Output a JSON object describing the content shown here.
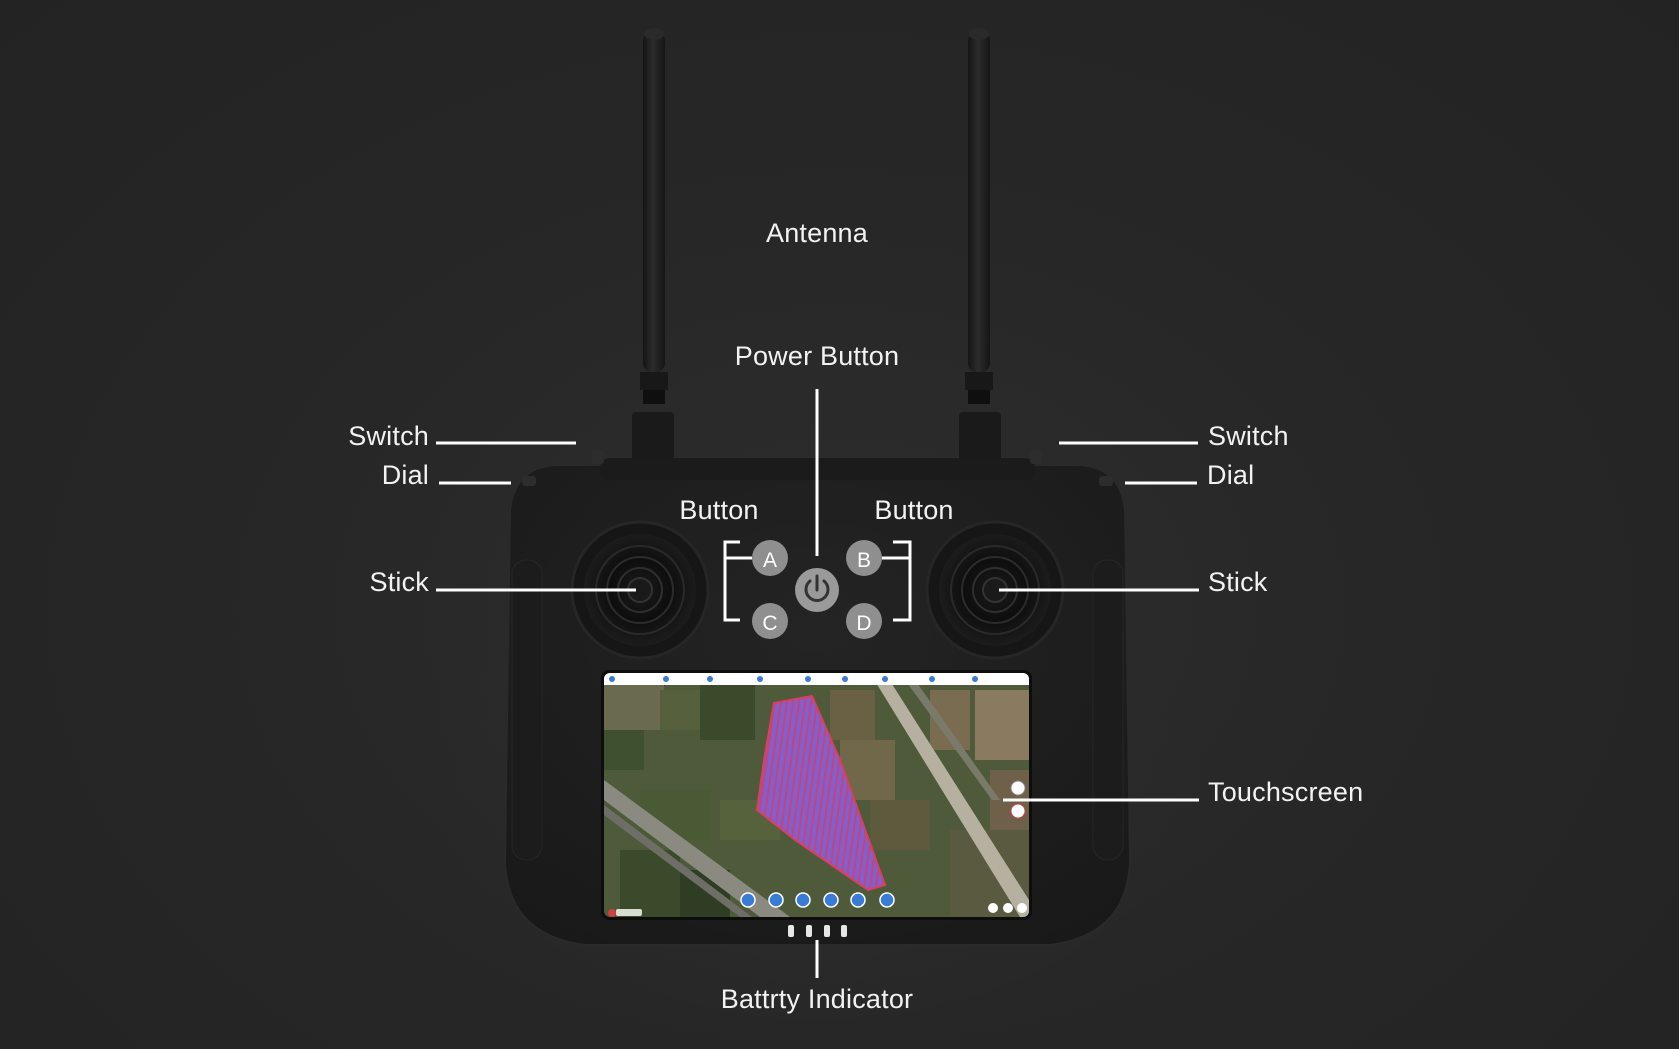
{
  "labels": {
    "antenna": "Antenna",
    "power_button": "Power Button",
    "switch_left": "Switch",
    "switch_right": "Switch",
    "dial_left": "Dial",
    "dial_right": "Dial",
    "button_left": "Button",
    "button_right": "Button",
    "stick_left": "Stick",
    "stick_right": "Stick",
    "touchscreen": "Touchscreen",
    "battery_indicator": "Battrty Indicator"
  },
  "buttons": {
    "a": "A",
    "b": "B",
    "c": "C",
    "d": "D"
  },
  "colors": {
    "background": "#262626",
    "device_body": "#1e1e1e",
    "button_gray": "#8c8c8c",
    "leader_line": "#ffffff",
    "field_overlay": "#8a5fd0"
  },
  "icons": {
    "power": "power-icon"
  }
}
